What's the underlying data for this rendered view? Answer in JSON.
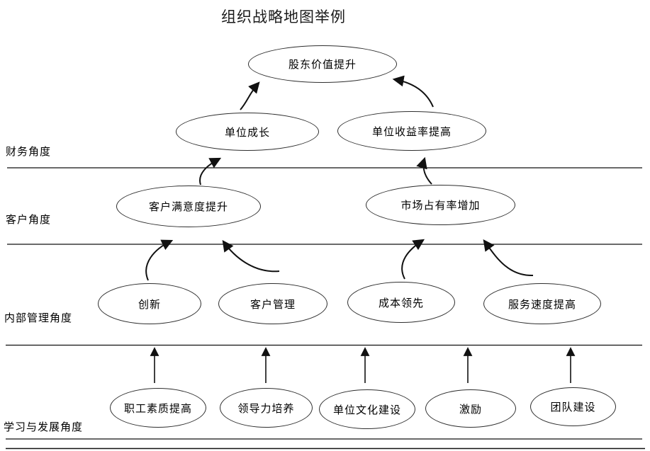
{
  "title": "组织战略地图举例",
  "perspectives": {
    "finance": "财务角度",
    "customer": "客户角度",
    "internal": "内部管理角度",
    "learning": "学习与发展角度"
  },
  "nodes": {
    "shareholder_value": "股东价值提升",
    "unit_growth": "单位成长",
    "unit_profit_rate": "单位收益率提高",
    "customer_satisfaction": "客户满意度提升",
    "market_share": "市场占有率增加",
    "innovation": "创新",
    "customer_management": "客户管理",
    "cost_leadership": "成本领先",
    "service_speed": "服务速度提高",
    "staff_quality": "职工素质提高",
    "leadership_training": "领导力培养",
    "culture_building": "单位文化建设",
    "incentive": "激励",
    "team_building": "团队建设"
  },
  "colors": {
    "line": "#111111",
    "node_border": "#2e2e2e",
    "text": "#000000"
  }
}
